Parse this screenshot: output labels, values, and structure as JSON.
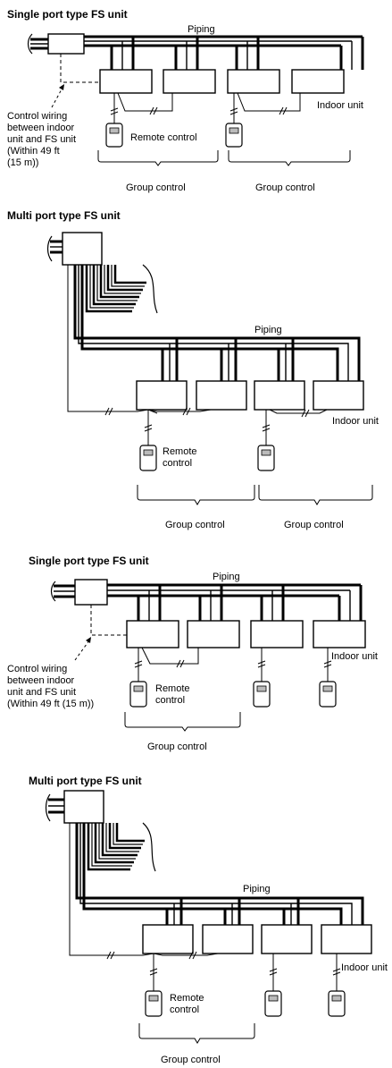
{
  "panels": [
    {
      "title": "Single port type FS unit",
      "piping_label": "Piping",
      "indoor_label": "Indoor unit",
      "remote_label": "Remote control",
      "wiring_lines": [
        "Control wiring",
        "between indoor",
        "unit and FS unit",
        "(Within 49 ft",
        "(15 m))"
      ],
      "group_labels": [
        "Group control",
        "Group control"
      ]
    },
    {
      "title": "Multi port type FS unit",
      "piping_label": "Piping",
      "indoor_label": "Indoor unit",
      "remote_lines": [
        "Remote",
        "control"
      ],
      "group_labels": [
        "Group control",
        "Group control"
      ]
    },
    {
      "title": "Single port type FS unit",
      "piping_label": "Piping",
      "indoor_label": "Indoor unit",
      "remote_lines": [
        "Remote",
        "control"
      ],
      "wiring_lines": [
        "Control wiring",
        "between indoor",
        "unit and FS unit",
        "(Within 49 ft (15 m))"
      ],
      "group_labels": [
        "Group control"
      ]
    },
    {
      "title": "Multi port type FS unit",
      "piping_label": "Piping",
      "indoor_label": "Indoor unit",
      "remote_lines": [
        "Remote",
        "control"
      ],
      "group_labels": [
        "Group control"
      ]
    }
  ]
}
